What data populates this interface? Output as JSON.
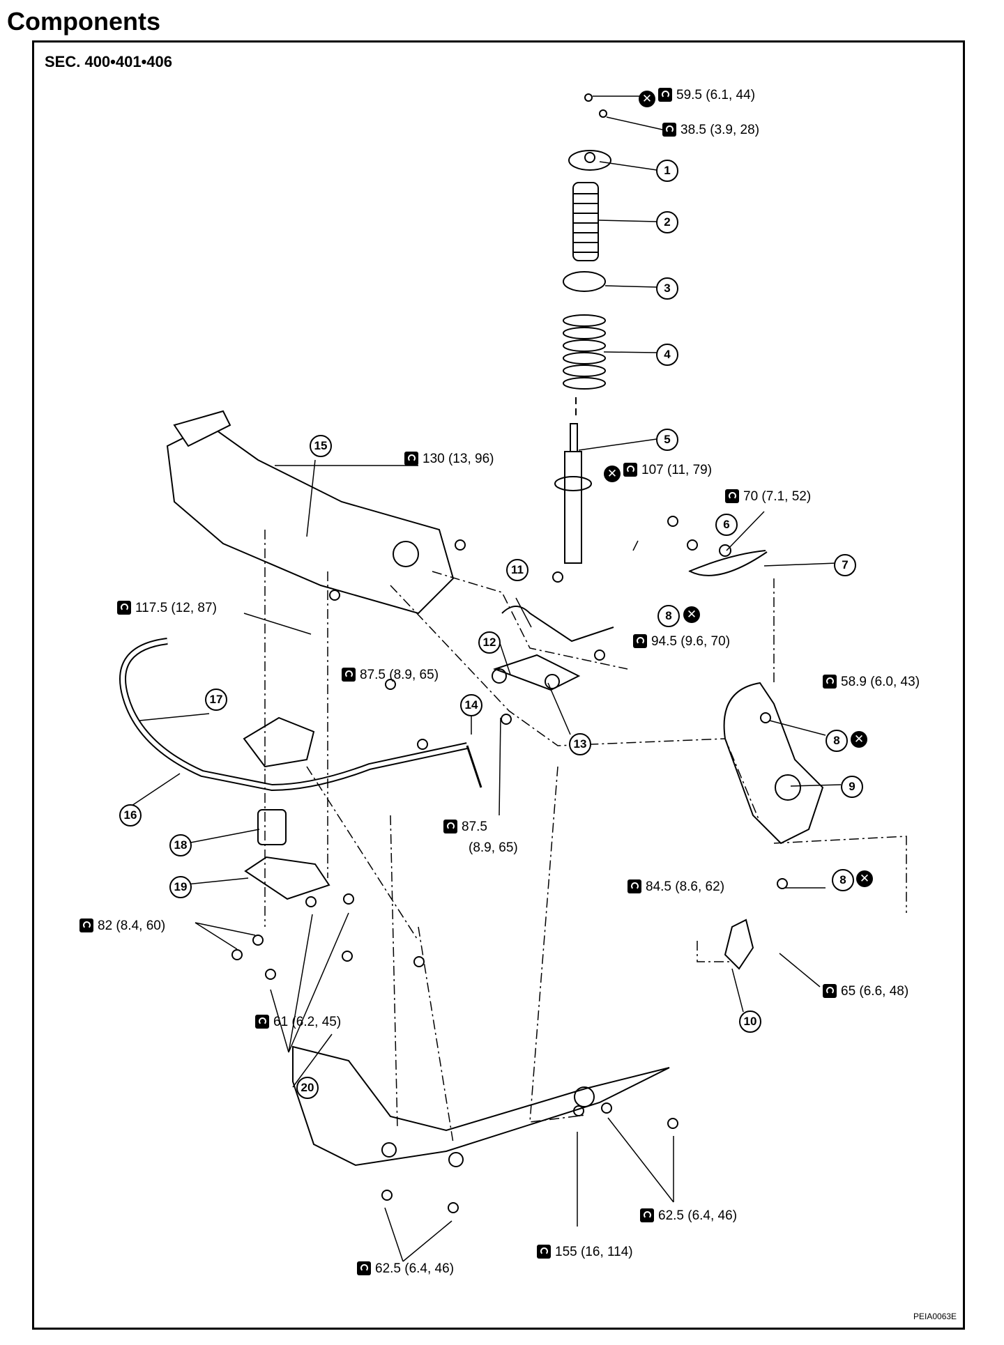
{
  "header": {
    "title": "Components"
  },
  "diagram": {
    "section": "SEC. 400•401•406",
    "figure_code": "PEIA0063E",
    "callouts": [
      "1",
      "2",
      "3",
      "4",
      "5",
      "6",
      "7",
      "8",
      "8",
      "8",
      "9",
      "10",
      "11",
      "12",
      "13",
      "14",
      "15",
      "16",
      "17",
      "18",
      "19",
      "20"
    ],
    "torques": {
      "t1": "59.5 (6.1, 44)",
      "t2": "38.5 (3.9, 28)",
      "t3": "130 (13, 96)",
      "t4": "107 (11, 79)",
      "t5": "70 (7.1, 52)",
      "t6": "117.5 (12, 87)",
      "t7": "94.5 (9.6, 70)",
      "t8": "87.5 (8.9, 65)",
      "t9": "58.9 (6.0, 43)",
      "t10a": "87.5",
      "t10b": "(8.9, 65)",
      "t11": "84.5 (8.6, 62)",
      "t12": "82 (8.4, 60)",
      "t13": "65 (6.6, 48)",
      "t14": "61 (6.2, 45)",
      "t15": "62.5 (6.4, 46)",
      "t16": "155 (16, 114)",
      "t17": "62.5 (6.4, 46)"
    }
  }
}
